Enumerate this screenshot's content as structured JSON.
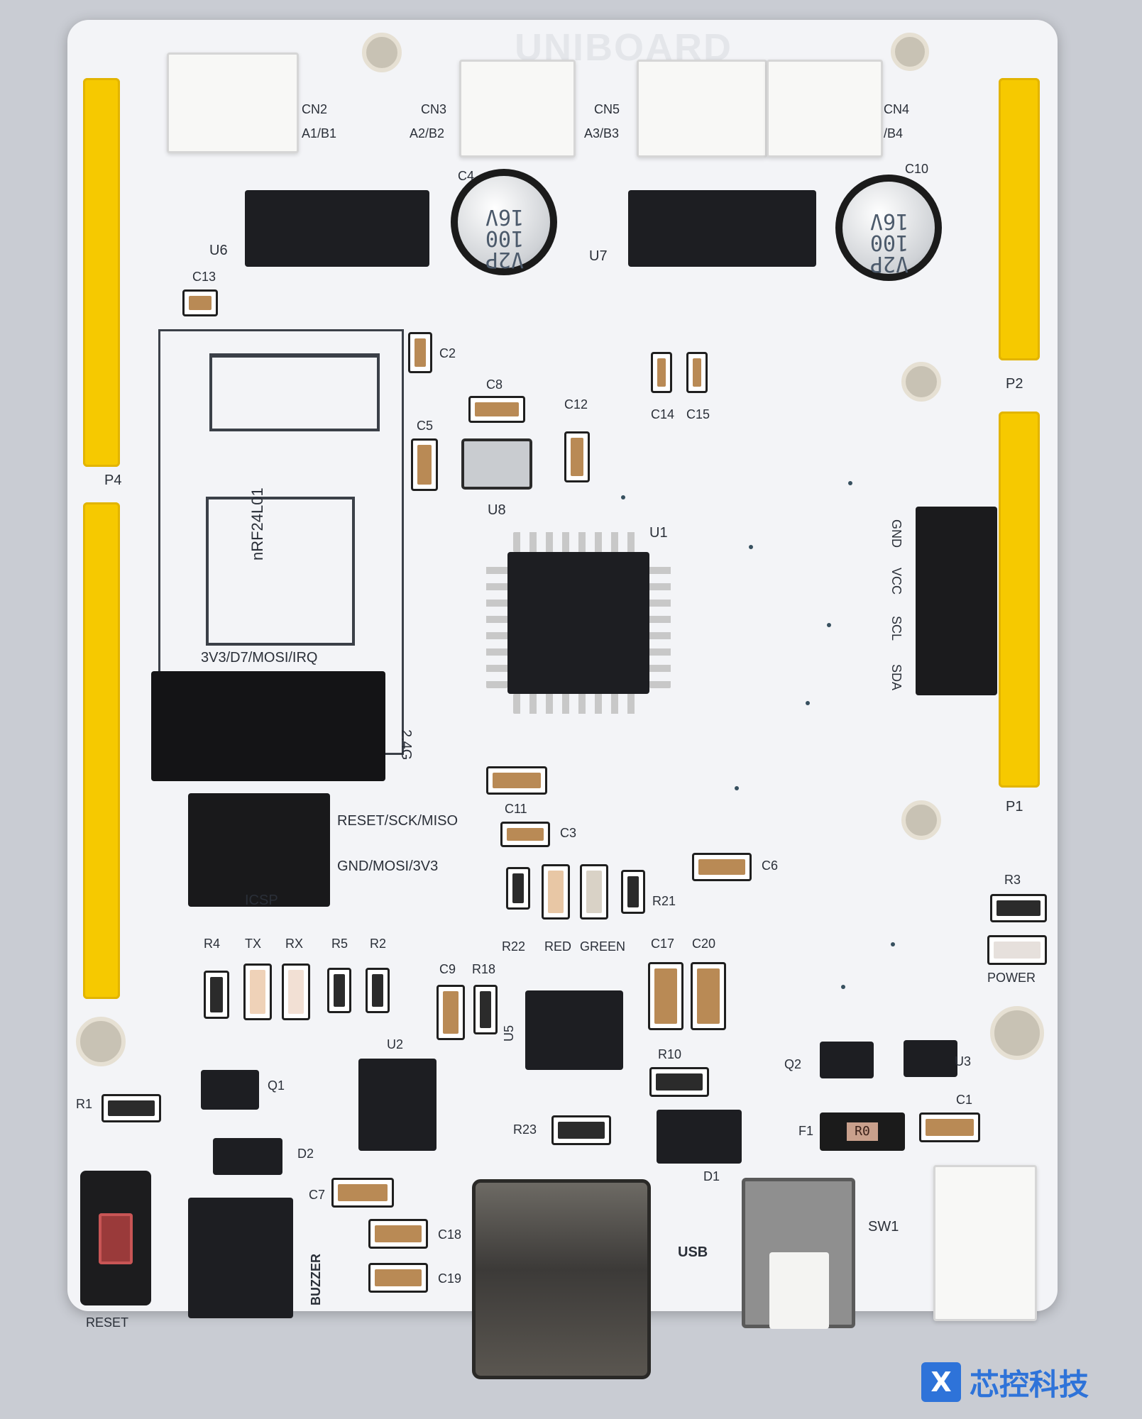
{
  "board": {
    "brand": "UNIBOARD",
    "module_label": "nRF24L01",
    "module_note": "2.4G"
  },
  "connectors": {
    "cn2": {
      "name": "CN2",
      "pins": "A1/B1"
    },
    "cn3": {
      "name": "CN3",
      "pins": "A2/B2"
    },
    "cn5": {
      "name": "CN5",
      "pins": "A3/B3"
    },
    "cn4": {
      "name": "CN4",
      "pins": "/B4"
    }
  },
  "headers": {
    "p1": "P1",
    "p2": "P2",
    "p4": "P4",
    "i2c_pins": [
      "GND",
      "VCC",
      "SCL",
      "SDA"
    ],
    "radio_pins": "3V3/D7/MOSI/IRQ",
    "icsp_top": "RESET/SCK/MISO",
    "icsp_bottom": "GND/MOSI/3V3",
    "icsp_label": "ICSP"
  },
  "components": {
    "u1": "U1",
    "u2": "U2",
    "u3": "U3",
    "u5": "U5",
    "u6": "U6",
    "u7": "U7",
    "u8": "U8",
    "c1": "C1",
    "c2": "C2",
    "c3": "C3",
    "c4": "C4",
    "c5": "C5",
    "c6": "C6",
    "c7": "C7",
    "c8": "C8",
    "c9": "C9",
    "c10": "C10",
    "c11": "C11",
    "c12": "C12",
    "c13": "C13",
    "c14": "C14",
    "c15": "C15",
    "c17": "C17",
    "c18": "C18",
    "c19": "C19",
    "c20": "C20",
    "r1": "R1",
    "r2": "R2",
    "r3": "R3",
    "r4": "R4",
    "r5": "R5",
    "r10": "R10",
    "r18": "R18",
    "r21": "R21",
    "r22": "R22",
    "r23": "R23",
    "q1": "Q1",
    "q2": "Q2",
    "d1": "D1",
    "d2": "D2",
    "f1": "F1",
    "sw1": "SW1",
    "tx": "TX",
    "rx": "RX",
    "red": "RED",
    "green": "GREEN",
    "power": "POWER",
    "reset": "RESET",
    "buzzer": "BUZZER",
    "usb": "USB"
  },
  "cap_marking": {
    "line1": "V2P",
    "line2": "100",
    "line3": "16V"
  },
  "fuse_marking": "R0",
  "watermark": {
    "text": "芯控科技",
    "logo_letter": "X"
  },
  "colors": {
    "pcb": "#f3f4f7",
    "header": "#f6c900",
    "ic": "#1d1e22",
    "watermark": "#2e73d9"
  }
}
